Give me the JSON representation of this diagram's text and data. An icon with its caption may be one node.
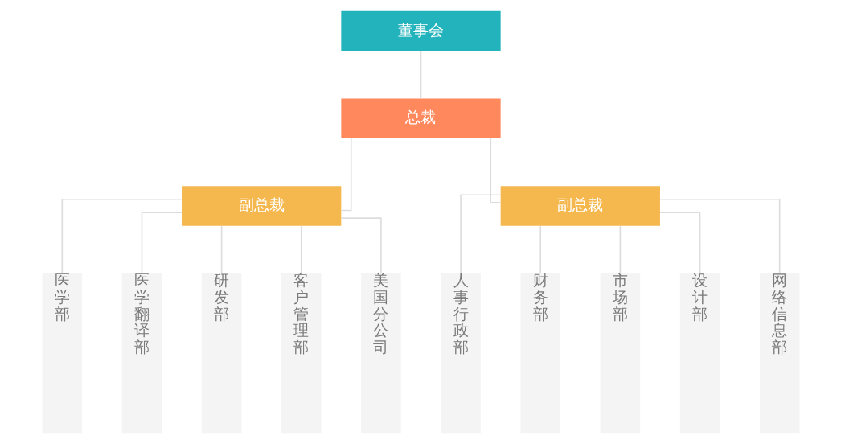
{
  "diagram": {
    "nodes": [
      {
        "text": [
          "董事会"
        ]
      },
      {
        "text": [
          "总裁"
        ]
      },
      {
        "text": [
          "副总裁"
        ]
      },
      {
        "text": [
          "副总裁"
        ]
      },
      {
        "text": [
          "医学部"
        ]
      },
      {
        "text": [
          "医学翻译部"
        ]
      },
      {
        "text": [
          "研发部"
        ]
      },
      {
        "text": [
          "客户管理部"
        ]
      },
      {
        "text": [
          "美国分公司"
        ]
      },
      {
        "text": [
          "人事行政部"
        ]
      },
      {
        "text": [
          "财务部"
        ]
      },
      {
        "text": [
          "市场部"
        ]
      },
      {
        "text": [
          "设计部"
        ]
      },
      {
        "text": [
          "网络信息部"
        ]
      }
    ],
    "edges": [
      {
        "from": 0,
        "to": 1,
        "arrow": "none"
      },
      {
        "from": 1,
        "to": 2,
        "arrow": "none"
      },
      {
        "from": 1,
        "to": 3,
        "arrow": "none"
      },
      {
        "from": 2,
        "to": 4,
        "arrow": "none"
      },
      {
        "from": 2,
        "to": 5,
        "arrow": "none"
      },
      {
        "from": 2,
        "to": 6,
        "arrow": "none"
      },
      {
        "from": 2,
        "to": 7,
        "arrow": "none"
      },
      {
        "from": 2,
        "to": 8,
        "arrow": "none"
      },
      {
        "from": 3,
        "to": 9,
        "arrow": "none"
      },
      {
        "from": 3,
        "to": 10,
        "arrow": "none"
      },
      {
        "from": 3,
        "to": 11,
        "arrow": "none"
      },
      {
        "from": 3,
        "to": 12,
        "arrow": "none"
      },
      {
        "from": 3,
        "to": 13,
        "arrow": "none"
      }
    ]
  }
}
